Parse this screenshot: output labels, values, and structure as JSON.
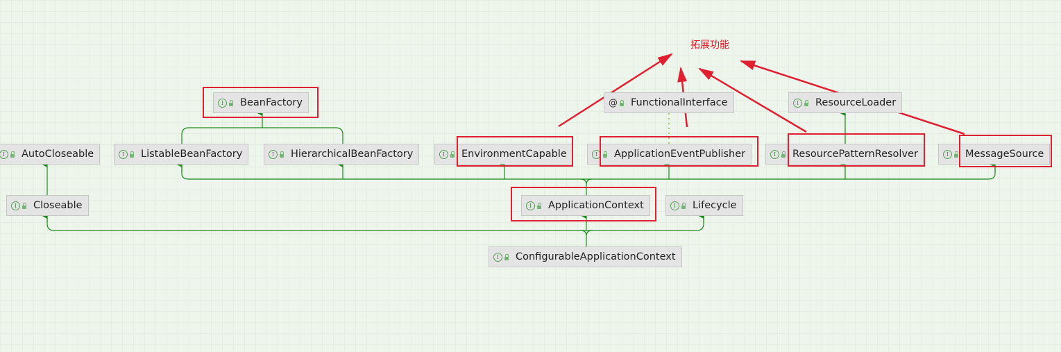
{
  "annotation": {
    "text": "拓展功能",
    "color": "#e01020"
  },
  "colors": {
    "edge": "#1a8a1a",
    "highlight": "#e02030",
    "node_bg": "#e4e4e4"
  },
  "nodes": {
    "bean_factory": {
      "label": "BeanFactory",
      "kind": "interface"
    },
    "auto_closeable": {
      "label": "AutoCloseable",
      "kind": "interface"
    },
    "listable_bean_factory": {
      "label": "ListableBeanFactory",
      "kind": "interface"
    },
    "hierarchical_bean_factory": {
      "label": "HierarchicalBeanFactory",
      "kind": "interface"
    },
    "environment_capable": {
      "label": "EnvironmentCapable",
      "kind": "interface"
    },
    "functional_interface": {
      "label": "FunctionalInterface",
      "kind": "annotation",
      "badge": "@"
    },
    "application_event_publisher": {
      "label": "ApplicationEventPublisher",
      "kind": "interface"
    },
    "resource_loader": {
      "label": "ResourceLoader",
      "kind": "interface"
    },
    "resource_pattern_resolver": {
      "label": "ResourcePatternResolver",
      "kind": "interface"
    },
    "message_source": {
      "label": "MessageSource",
      "kind": "interface"
    },
    "closeable": {
      "label": "Closeable",
      "kind": "interface"
    },
    "application_context": {
      "label": "ApplicationContext",
      "kind": "interface"
    },
    "lifecycle": {
      "label": "Lifecycle",
      "kind": "interface"
    },
    "configurable_application_context": {
      "label": "ConfigurableApplicationContext",
      "kind": "interface"
    }
  },
  "interface_badge": "I"
}
